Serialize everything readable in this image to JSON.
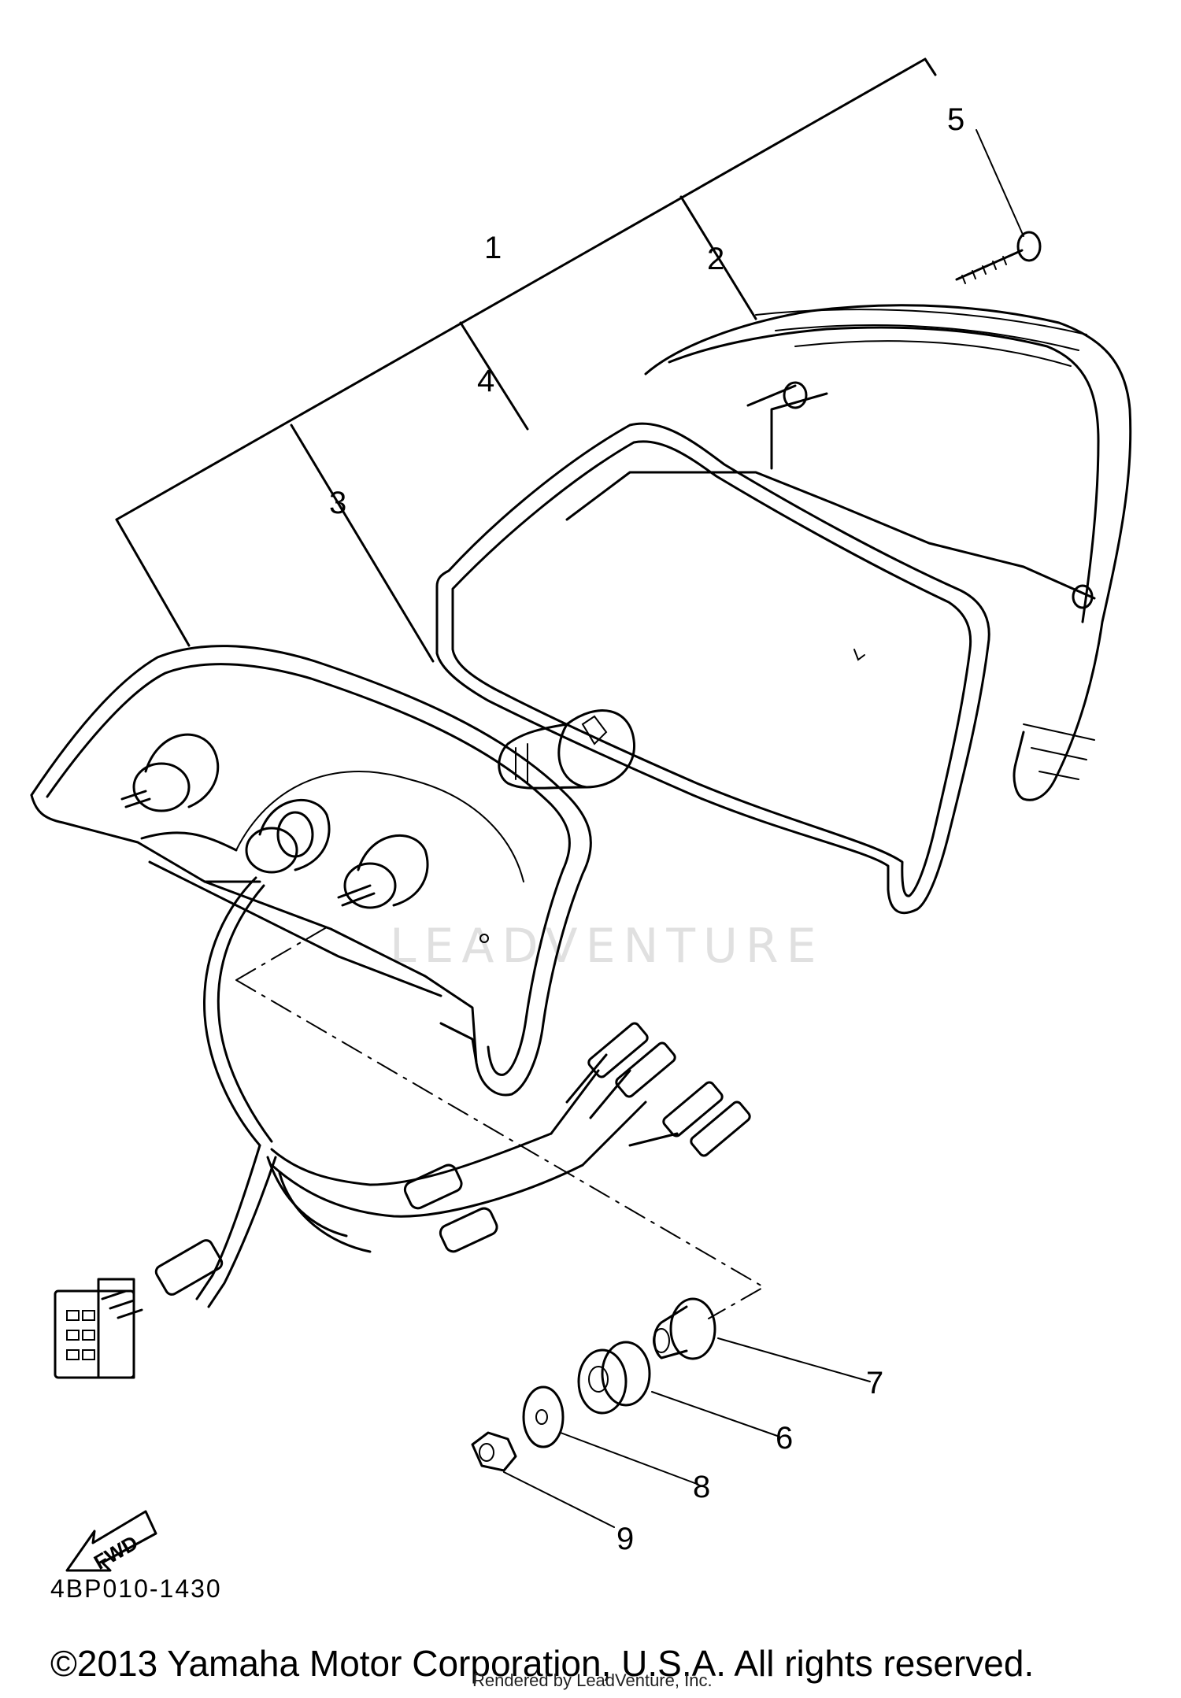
{
  "diagram": {
    "callouts": [
      "1",
      "2",
      "3",
      "4",
      "5",
      "6",
      "7",
      "8",
      "9"
    ],
    "direction_label": "FWD",
    "watermark": "LEADVENTURE"
  },
  "footer": {
    "reference_code": "4BP010-1430",
    "copyright": "©2013 Yamaha Motor Corporation, U.S.A. All rights reserved.",
    "rendered_by": "Rendered by LeadVenture, Inc."
  }
}
